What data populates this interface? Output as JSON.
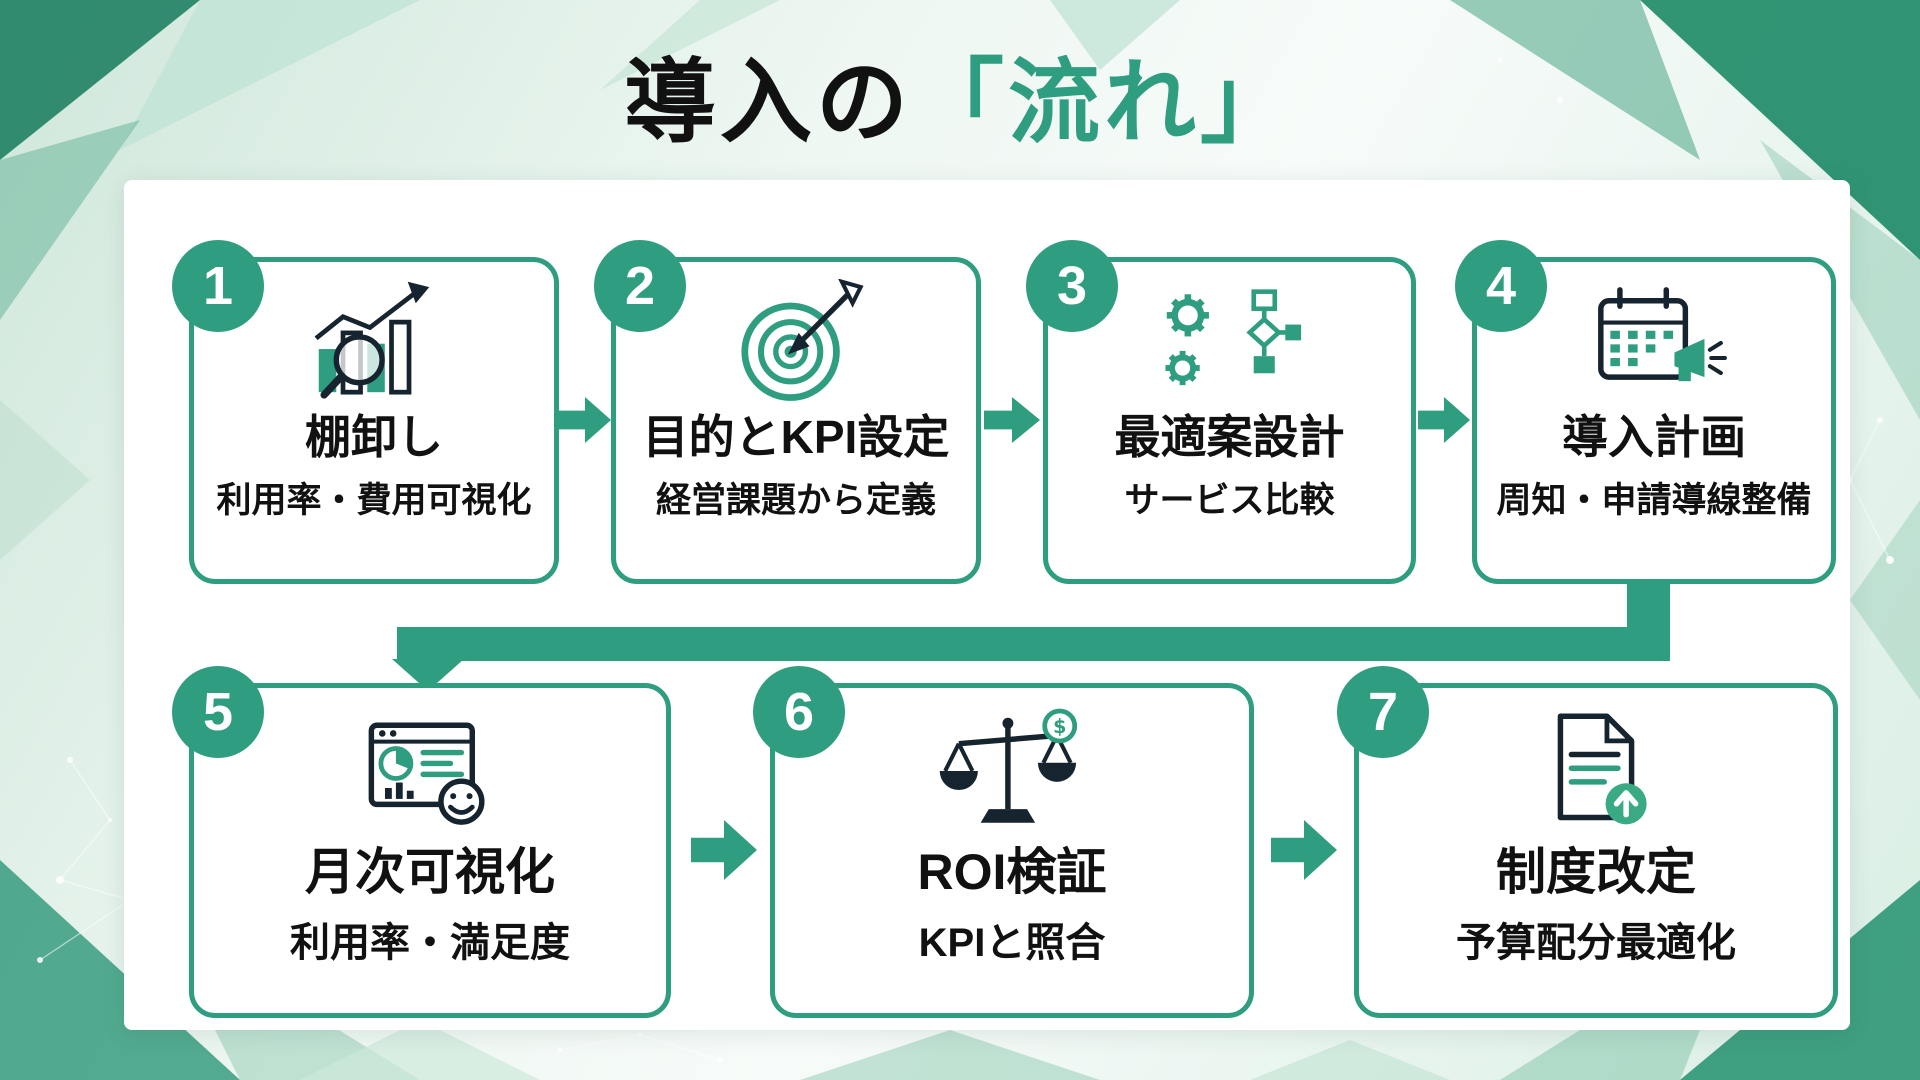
{
  "title": {
    "prefix": "導入の",
    "highlight": "「流れ」"
  },
  "colors": {
    "accent_teal": "#2f9d80",
    "title_text": "#111111",
    "panel": "#ffffff"
  },
  "steps": [
    {
      "number": "1",
      "title": "棚卸し",
      "subtitle": "利用率・費用可視化",
      "icon": "chart-magnifier-icon"
    },
    {
      "number": "2",
      "title": "目的とKPI設定",
      "subtitle": "経営課題から定義",
      "icon": "target-arrow-icon"
    },
    {
      "number": "3",
      "title": "最適案設計",
      "subtitle": "サービス比較",
      "icon": "gears-flowchart-icon"
    },
    {
      "number": "4",
      "title": "導入計画",
      "subtitle": "周知・申請導線整備",
      "icon": "calendar-megaphone-icon"
    },
    {
      "number": "5",
      "title": "月次可視化",
      "subtitle": "利用率・満足度",
      "icon": "dashboard-smiley-icon"
    },
    {
      "number": "6",
      "title": "ROI検証",
      "subtitle": "KPIと照合",
      "icon": "scales-money-icon"
    },
    {
      "number": "7",
      "title": "制度改定",
      "subtitle": "予算配分最適化",
      "icon": "document-upload-icon"
    }
  ]
}
